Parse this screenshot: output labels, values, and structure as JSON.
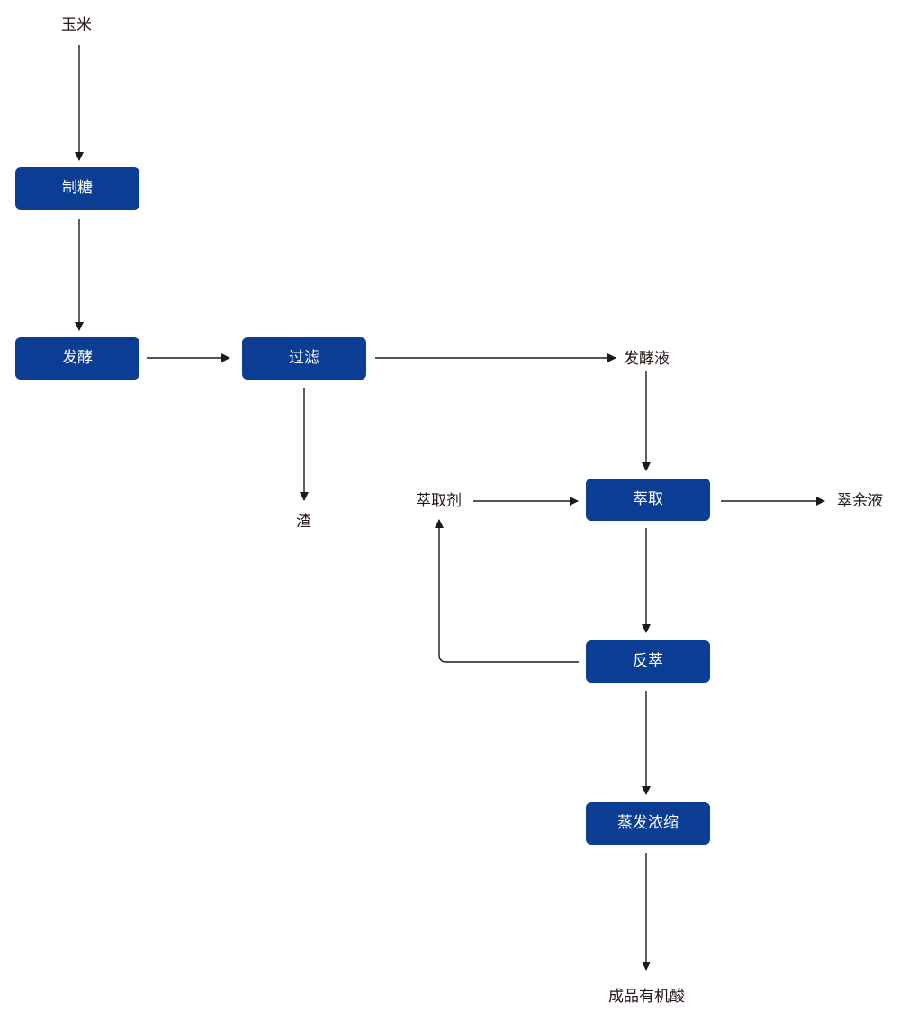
{
  "colors": {
    "box_fill": "#0a3d93",
    "box_text": "#ffffff",
    "line": "#231815",
    "label_text": "#231815"
  },
  "nodes": {
    "corn": "玉米",
    "sugar_making": "制糖",
    "fermentation": "发酵",
    "filtration": "过滤",
    "residue": "渣",
    "fermentation_broth": "发酵液",
    "extractant": "萃取剂",
    "extraction": "萃取",
    "raffinate": "翠余液",
    "back_extraction": "反萃",
    "evaporation": "蒸发浓缩",
    "product": "成品有机酸"
  }
}
